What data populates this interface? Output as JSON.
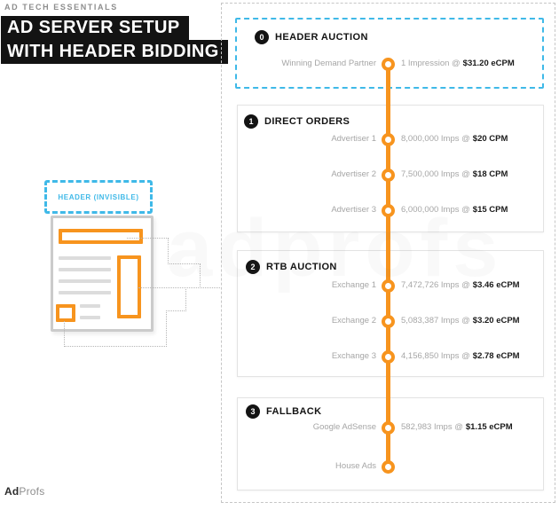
{
  "kicker": "AD TECH ESSENTIALS",
  "title": {
    "line1": "AD SERVER SETUP",
    "line2": "WITH HEADER BIDDING"
  },
  "page_illustration": {
    "header_label": "HEADER (INVISIBLE)"
  },
  "watermark": "adprofs",
  "footer": {
    "brand_bold": "Ad",
    "brand_light": "Profs"
  },
  "colors": {
    "orange": "#F7941E",
    "cyan": "#3FB9E8",
    "badge_black": "#131313",
    "label_gray": "#A6A6A6"
  },
  "sections": [
    {
      "badge": "0",
      "title": "HEADER AUCTION",
      "rows": [
        {
          "label": "Winning Demand Partner",
          "qty": "1 Impression @",
          "price": "$31.20 eCPM"
        }
      ]
    },
    {
      "badge": "1",
      "title": "DIRECT ORDERS",
      "rows": [
        {
          "label": "Advertiser 1",
          "qty": "8,000,000 Imps @",
          "price": "$20 CPM"
        },
        {
          "label": "Advertiser 2",
          "qty": "7,500,000 Imps @",
          "price": "$18 CPM"
        },
        {
          "label": "Advertiser 3",
          "qty": "6,000,000 Imps @",
          "price": "$15 CPM"
        }
      ]
    },
    {
      "badge": "2",
      "title": "RTB AUCTION",
      "rows": [
        {
          "label": "Exchange 1",
          "qty": "7,472,726 Imps @",
          "price": "$3.46 eCPM"
        },
        {
          "label": "Exchange 2",
          "qty": "5,083,387 Imps @",
          "price": "$3.20 eCPM"
        },
        {
          "label": "Exchange 3",
          "qty": "4,156,850 Imps @",
          "price": "$2.78 eCPM"
        }
      ]
    },
    {
      "badge": "3",
      "title": "FALLBACK",
      "rows": [
        {
          "label": "Google AdSense",
          "qty": "582,983 Imps @",
          "price": "$1.15 eCPM"
        },
        {
          "label": "House Ads",
          "qty": "",
          "price": ""
        }
      ]
    }
  ]
}
